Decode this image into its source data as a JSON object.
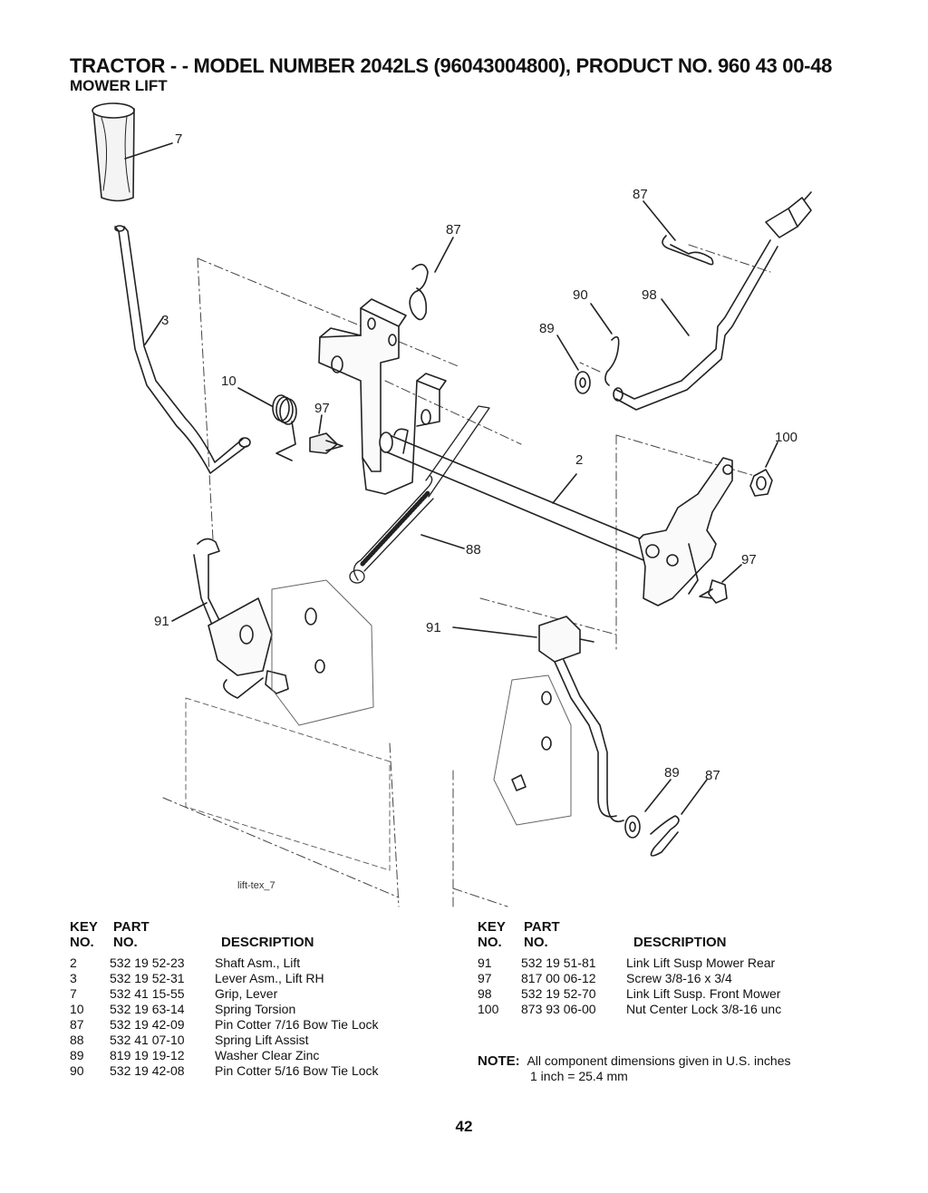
{
  "header": {
    "title": "TRACTOR - - MODEL NUMBER 2042LS (96043004800), PRODUCT NO. 960 43 00-48",
    "subtitle": "MOWER LIFT"
  },
  "diagram": {
    "file_label": "lift-tex_7",
    "callouts": [
      "7",
      "87",
      "87",
      "90",
      "98",
      "89",
      "3",
      "10",
      "97",
      "100",
      "2",
      "88",
      "97",
      "91",
      "91",
      "89",
      "87"
    ]
  },
  "parts_left": {
    "headers": {
      "key1": "KEY",
      "key2": "NO.",
      "part1": "PART",
      "part2": "NO.",
      "desc": "DESCRIPTION"
    },
    "rows": [
      {
        "key": "2",
        "part": "532 19 52-23",
        "desc": "Shaft Asm., Lift"
      },
      {
        "key": "3",
        "part": "532 19 52-31",
        "desc": "Lever Asm., Lift RH"
      },
      {
        "key": "7",
        "part": "532 41 15-55",
        "desc": "Grip, Lever"
      },
      {
        "key": "10",
        "part": "532 19 63-14",
        "desc": "Spring  Torsion"
      },
      {
        "key": "87",
        "part": "532 19 42-09",
        "desc": "Pin Cotter 7/16 Bow Tie Lock"
      },
      {
        "key": "88",
        "part": "532 41 07-10",
        "desc": "Spring Lift Assist"
      },
      {
        "key": "89",
        "part": "819 19 19-12",
        "desc": "Washer Clear Zinc"
      },
      {
        "key": "90",
        "part": "532 19 42-08",
        "desc": "Pin Cotter 5/16 Bow Tie Lock"
      }
    ]
  },
  "parts_right": {
    "headers": {
      "key1": "KEY",
      "key2": "NO.",
      "part1": "PART",
      "part2": "NO.",
      "desc": "DESCRIPTION"
    },
    "rows": [
      {
        "key": "91",
        "part": "532 19 51-81",
        "desc": "Link Lift Susp Mower Rear"
      },
      {
        "key": "97",
        "part": "817 00 06-12",
        "desc": "Screw 3/8-16 x 3/4"
      },
      {
        "key": "98",
        "part": "532 19 52-70",
        "desc": "Link Lift Susp. Front Mower"
      },
      {
        "key": "100",
        "part": "873 93 06-00",
        "desc": "Nut Center Lock 3/8-16 unc"
      }
    ]
  },
  "note": {
    "label": "NOTE:",
    "line1": "All component dimensions given in U.S. inches",
    "line2": "1 inch = 25.4 mm"
  },
  "page_number": "42"
}
